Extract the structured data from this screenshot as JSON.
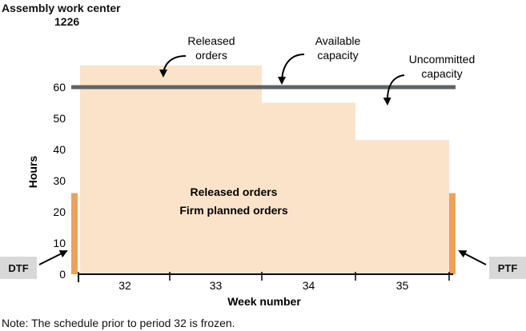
{
  "title": [
    "Assembly work center",
    "1226"
  ],
  "note": "Note: The schedule prior to period 32 is frozen.",
  "tags": {
    "left": "DTF",
    "right": "PTF"
  },
  "chart_data": {
    "type": "bar",
    "ylabel": "Hours",
    "xlabel": "Week number",
    "yticks": [
      0,
      10,
      20,
      30,
      40,
      50,
      60
    ],
    "ylim": [
      0,
      70
    ],
    "categories": [
      "32",
      "33",
      "34",
      "35"
    ],
    "load_steps": [
      {
        "weeks": [
          "32",
          "33"
        ],
        "hours": 67
      },
      {
        "weeks": [
          "34"
        ],
        "hours": 55
      },
      {
        "weeks": [
          "35"
        ],
        "hours": 43
      }
    ],
    "available_capacity": 60,
    "fence_height": 26,
    "fill_labels": [
      "Released orders",
      "Firm planned orders"
    ],
    "annotations": [
      {
        "lines": [
          "Released",
          "orders"
        ]
      },
      {
        "lines": [
          "Available",
          "capacity"
        ]
      },
      {
        "lines": [
          "Uncommitted",
          "capacity"
        ]
      }
    ],
    "colors": {
      "load": "#fbe3c9",
      "capacity": "#5f6469",
      "fence": "#eda158",
      "axis": "#000000",
      "tag": "#d8d8d8"
    }
  }
}
